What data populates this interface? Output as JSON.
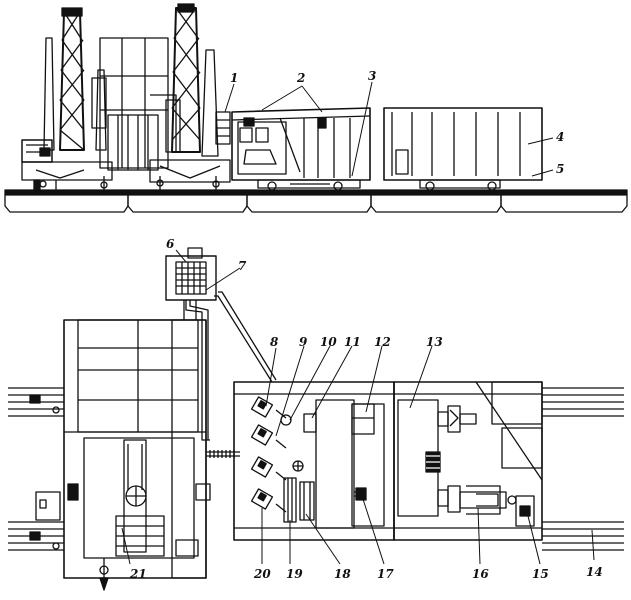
{
  "figure": {
    "labels": [
      {
        "id": "1",
        "text": "1"
      },
      {
        "id": "2",
        "text": "2"
      },
      {
        "id": "3",
        "text": "3"
      },
      {
        "id": "4",
        "text": "4"
      },
      {
        "id": "5",
        "text": "5"
      },
      {
        "id": "6",
        "text": "6"
      },
      {
        "id": "7",
        "text": "7"
      },
      {
        "id": "8",
        "text": "8"
      },
      {
        "id": "9",
        "text": "9"
      },
      {
        "id": "10",
        "text": "10"
      },
      {
        "id": "11",
        "text": "11"
      },
      {
        "id": "12",
        "text": "12"
      },
      {
        "id": "13",
        "text": "13"
      },
      {
        "id": "14",
        "text": "14"
      },
      {
        "id": "15",
        "text": "15"
      },
      {
        "id": "16",
        "text": "16"
      },
      {
        "id": "17",
        "text": "17"
      },
      {
        "id": "18",
        "text": "18"
      },
      {
        "id": "19",
        "text": "19"
      },
      {
        "id": "20",
        "text": "20"
      },
      {
        "id": "21",
        "text": "21"
      }
    ]
  }
}
